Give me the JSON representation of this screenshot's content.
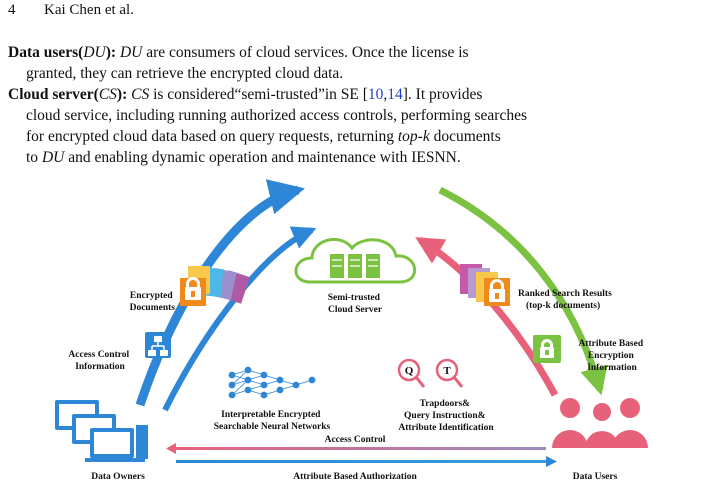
{
  "header": {
    "page_number": "4",
    "authors": "Kai Chen et al."
  },
  "paragraphs": {
    "du": {
      "term": "Data users(",
      "term_abbr": "DU",
      "term_close": "):",
      "abbr": "DU",
      "line1": " are consumers of cloud services. Once the license is",
      "line2": "granted, they can retrieve the encrypted cloud data."
    },
    "cs": {
      "term": "Cloud server(",
      "term_abbr": "CS",
      "term_close": "):",
      "abbr": "CS",
      "line1a": " is considered“semi-trusted”in SE [",
      "cite1": "10",
      "comma": ",",
      "cite2": "14",
      "line1b": "]. It provides",
      "line2": "cloud service, including running authorized access controls, performing searches",
      "line3": "for encrypted cloud data based on query requests, returning ",
      "topk": "top-k",
      "line3b": " documents",
      "line4a": "to ",
      "du_abbr": "DU",
      "line4b": " and enabling dynamic operation and maintenance with IESNN."
    }
  },
  "figure": {
    "encrypted_documents": [
      "Encrypted",
      "Documents"
    ],
    "access_control_info": [
      "Access Control",
      "Information"
    ],
    "data_owners": "Data Owners",
    "cloud_server": [
      "Semi-trusted",
      "Cloud Server"
    ],
    "iesnn": [
      "Interpretable Encrypted",
      "Searchable Neural Networks"
    ],
    "ranked_results": [
      "Ranked Search Results",
      "(top-k documents)"
    ],
    "abe_info": [
      "Attribute Based",
      "Encryption",
      "Information"
    ],
    "query_letters": [
      "Q",
      "T"
    ],
    "trapdoors": [
      "Trapdoors&",
      "Query Instruction&",
      "Attribute Identification"
    ],
    "access_control": "Access Control",
    "abe_authorization": "Attribute Based Authorization",
    "data_users": "Data Users",
    "colors": {
      "blue": "#2e86d6",
      "green": "#7cc242",
      "pink": "#e8617a",
      "orange": "#f08a1d"
    }
  }
}
